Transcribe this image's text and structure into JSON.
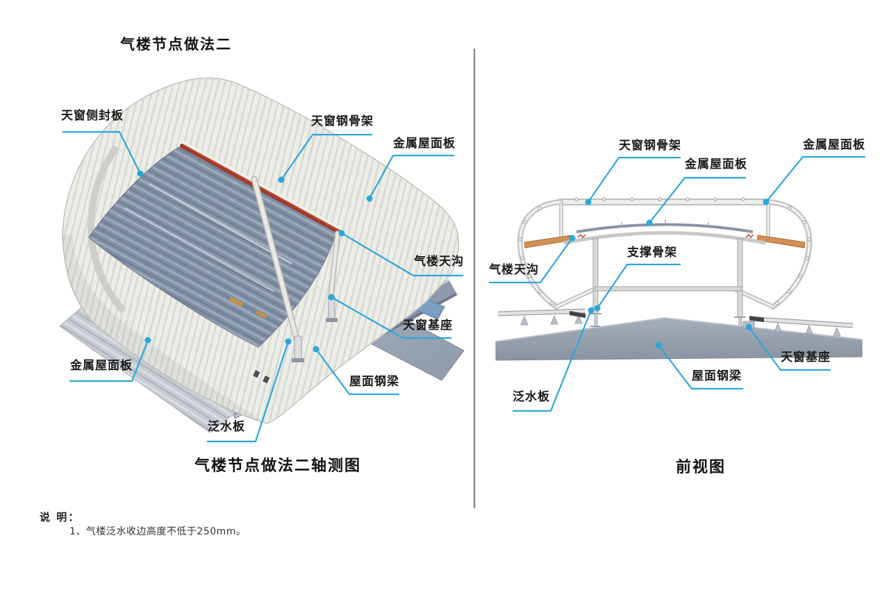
{
  "title": "气楼节点做法二",
  "left_view": {
    "caption": "气楼节点做法二轴测图",
    "labels": [
      {
        "id": "skylight-side-seal-panel",
        "text": "天窗侧封板"
      },
      {
        "id": "skylight-steel-frame",
        "text": "天窗钢骨架"
      },
      {
        "id": "metal-roof-panel-top",
        "text": "金属屋面板"
      },
      {
        "id": "monitor-gutter",
        "text": "气楼天沟"
      },
      {
        "id": "skylight-base",
        "text": "天窗基座"
      },
      {
        "id": "metal-roof-panel-bottom",
        "text": "金属屋面板"
      },
      {
        "id": "flashing-plate",
        "text": "泛水板"
      },
      {
        "id": "roof-steel-beam",
        "text": "屋面钢梁"
      }
    ]
  },
  "right_view": {
    "caption": "前视图",
    "labels": [
      {
        "id": "skylight-steel-frame",
        "text": "天窗钢骨架"
      },
      {
        "id": "metal-roof-panel-mid",
        "text": "金属屋面板"
      },
      {
        "id": "metal-roof-panel-right",
        "text": "金属屋面板"
      },
      {
        "id": "monitor-gutter",
        "text": "气楼天沟"
      },
      {
        "id": "support-frame",
        "text": "支撑骨架"
      },
      {
        "id": "flashing-plate",
        "text": "泛水板"
      },
      {
        "id": "roof-steel-beam",
        "text": "屋面钢梁"
      },
      {
        "id": "skylight-base",
        "text": "天窗基座"
      }
    ]
  },
  "notes": {
    "heading": "说 明：",
    "items": [
      "1、气楼泛水收边高度不低于250mm。"
    ]
  },
  "colors": {
    "callout": "#2BA7DA",
    "beam_red": "#A23A2A",
    "purlin_orange": "#D29054",
    "shell_white": "#EDEDE8",
    "roof_blue_gray": "#8290A4",
    "slab_gray": "#97A1AF",
    "divider_gray": "#8C8C8C"
  }
}
